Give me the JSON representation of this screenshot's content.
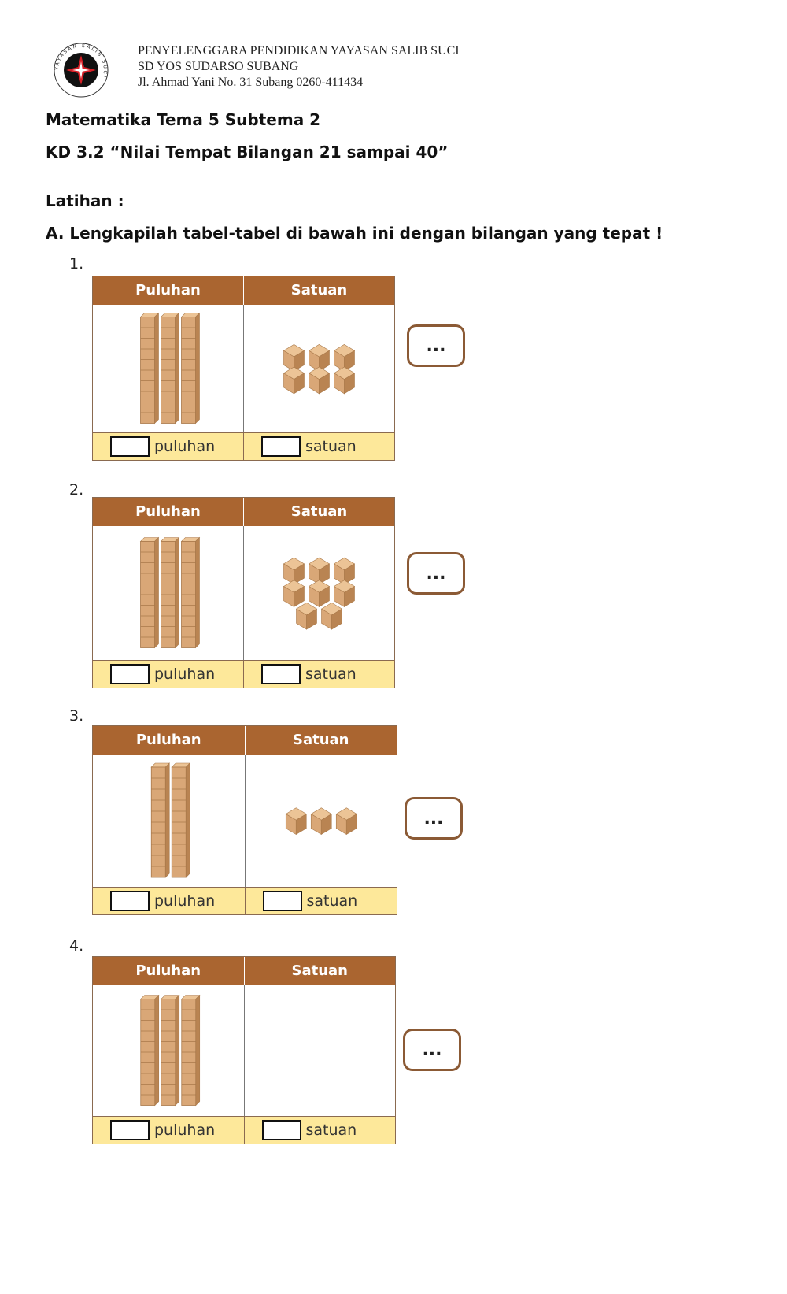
{
  "header": {
    "logo_ring_text": "YAYASAN SALIB SUCI",
    "line1": "PENYELENGGARA PENDIDIKAN YAYASAN SALIB SUCI",
    "line2": "SD YOS SUDARSO SUBANG",
    "line3": "Jl. Ahmad Yani No. 31 Subang 0260-411434"
  },
  "title": "Matematika Tema 5 Subtema 2",
  "kd": "KD 3.2 “Nilai Tempat Bilangan 21 sampai 40”",
  "section_label": "Latihan :",
  "instruction": "A.  Lengkapilah tabel-tabel di bawah ini dengan bilangan yang tepat !",
  "table_headers": {
    "tens": "Puluhan",
    "ones": "Satuan"
  },
  "exercises": [
    {
      "number": "1.",
      "tens_unit": "puluhan",
      "ones_unit": "satuan",
      "tens_rods": 3,
      "ones_cubes": 6,
      "answer": "..."
    },
    {
      "number": "2.",
      "tens_unit": "puluhan",
      "ones_unit": "satuan",
      "tens_rods": 3,
      "ones_cubes": 8,
      "answer": "..."
    },
    {
      "number": "3.",
      "tens_unit": "puluhan",
      "ones_unit": "satuan",
      "tens_rods": 2,
      "ones_cubes": 3,
      "answer": "..."
    },
    {
      "number": "4.",
      "tens_unit": "puluhan",
      "ones_unit": "satuan",
      "tens_rods": 3,
      "ones_cubes": 0,
      "answer": "..."
    }
  ],
  "colors": {
    "table_header": "#aa6530",
    "table_footer": "#fde89a",
    "block_face": "#d9a777",
    "block_top": "#ecc496",
    "block_side": "#b98452",
    "answer_border": "#8b5a35"
  }
}
